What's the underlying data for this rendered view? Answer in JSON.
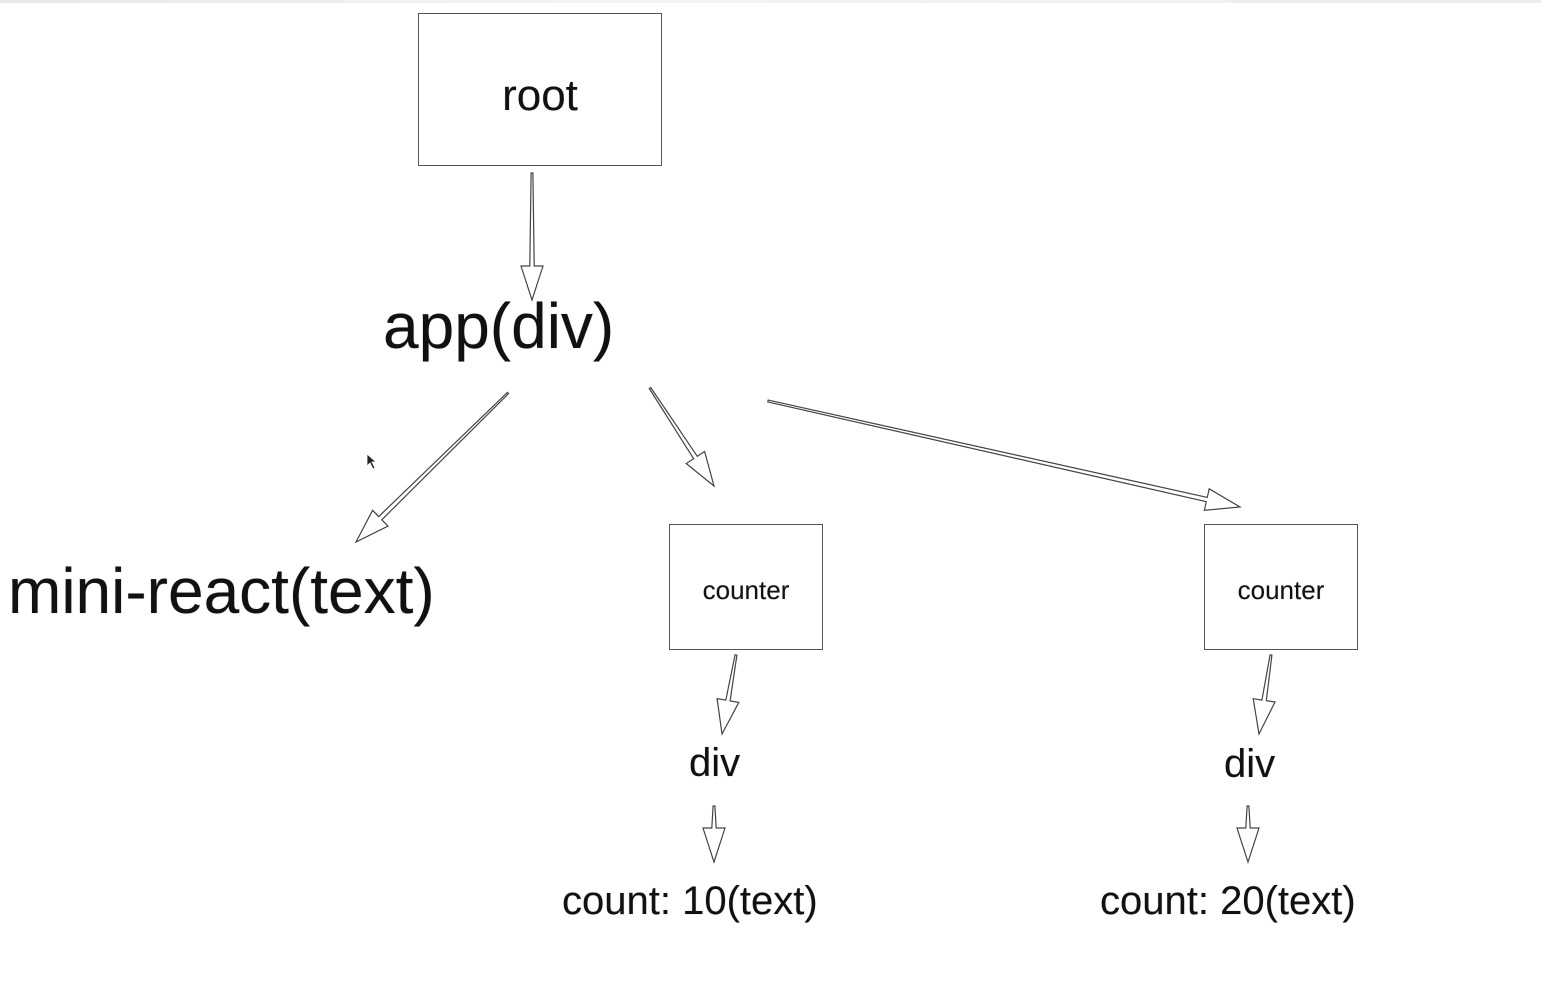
{
  "diagram": {
    "nodes": {
      "root": {
        "label": "root"
      },
      "app": {
        "label": "app(div)"
      },
      "mini_react": {
        "label": "mini-react(text)"
      },
      "counter_1": {
        "label": "counter"
      },
      "counter_2": {
        "label": "counter"
      },
      "div_1": {
        "label": "div"
      },
      "div_2": {
        "label": "div"
      },
      "count_1": {
        "label": "count: 10(text)"
      },
      "count_2": {
        "label": "count: 20(text)"
      }
    },
    "edges": [
      {
        "from": "root",
        "to": "app"
      },
      {
        "from": "app",
        "to": "mini_react"
      },
      {
        "from": "app",
        "to": "counter_1"
      },
      {
        "from": "app",
        "to": "counter_2"
      },
      {
        "from": "counter_1",
        "to": "div_1"
      },
      {
        "from": "div_1",
        "to": "count_1"
      },
      {
        "from": "counter_2",
        "to": "div_2"
      },
      {
        "from": "div_2",
        "to": "count_2"
      }
    ],
    "colors": {
      "stroke": "#444444",
      "text": "#111111",
      "box_border": "#555555"
    }
  }
}
